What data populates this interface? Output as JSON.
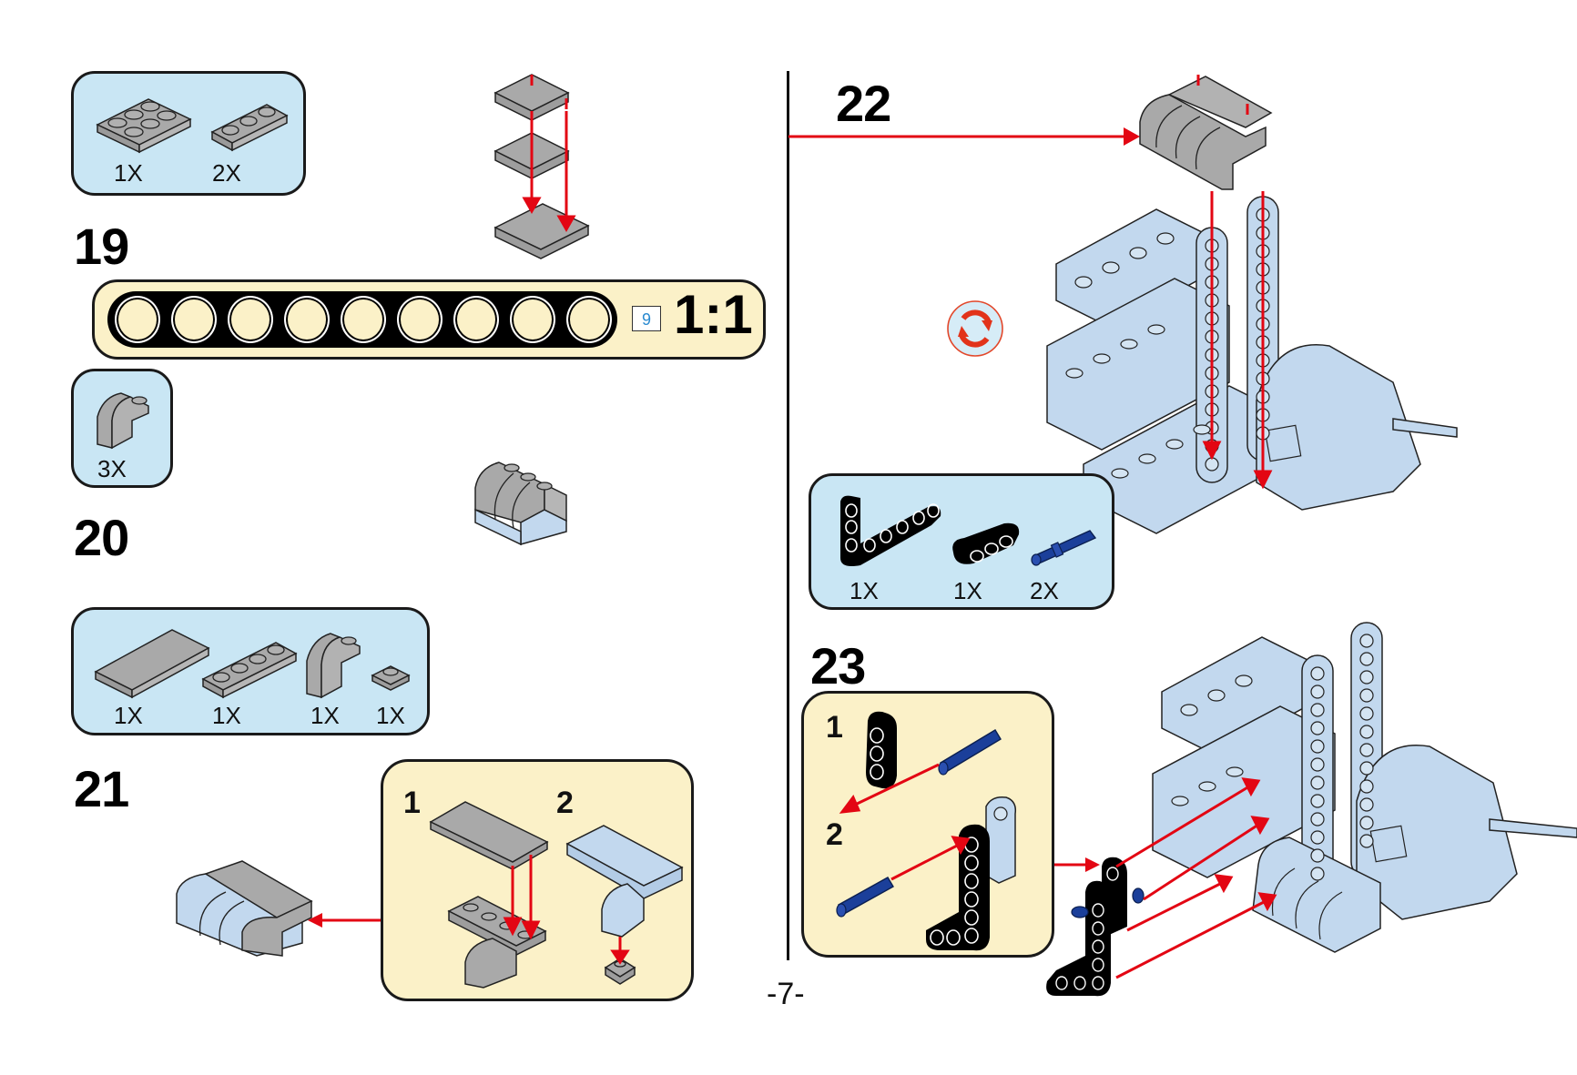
{
  "page": {
    "number": "-7-"
  },
  "steps": {
    "s19": {
      "number": "19"
    },
    "s20": {
      "number": "20"
    },
    "s21": {
      "number": "21"
    },
    "s22": {
      "number": "22"
    },
    "s23": {
      "number": "23"
    }
  },
  "ruler": {
    "holes": 9,
    "badge": "9",
    "scale": "1:1"
  },
  "parts": {
    "top_left": [
      {
        "icon": "plate-2x3-gray",
        "qty": "1X"
      },
      {
        "icon": "plate-1x3-gray",
        "qty": "2X"
      }
    ],
    "step19": [
      {
        "icon": "curved-slope-gray",
        "qty": "3X"
      }
    ],
    "step20": [
      {
        "icon": "tile-2x4-gray",
        "qty": "1X"
      },
      {
        "icon": "plate-1x4-gray",
        "qty": "1X"
      },
      {
        "icon": "curved-slope-gray",
        "qty": "1X"
      },
      {
        "icon": "plate-1x1-gray",
        "qty": "1X"
      }
    ],
    "step22": [
      {
        "icon": "l-beam-black",
        "qty": "1X"
      },
      {
        "icon": "beam-3-black",
        "qty": "1X"
      },
      {
        "icon": "pin-blue",
        "qty": "2X"
      }
    ]
  },
  "substeps": {
    "step21": [
      {
        "label": "1"
      },
      {
        "label": "2"
      }
    ],
    "step23": [
      {
        "label": "1"
      },
      {
        "label": "2"
      }
    ]
  },
  "icons": {
    "rotate": "rotate-model-icon"
  },
  "colors": {
    "parts_box": "#c9e6f4",
    "substep_box": "#fbf1c8",
    "arrow": "#e30613",
    "brick_gray": "#a9a9a9",
    "brick_light_blue": "#c2d8ee",
    "pin_blue": "#1b3f9a"
  }
}
